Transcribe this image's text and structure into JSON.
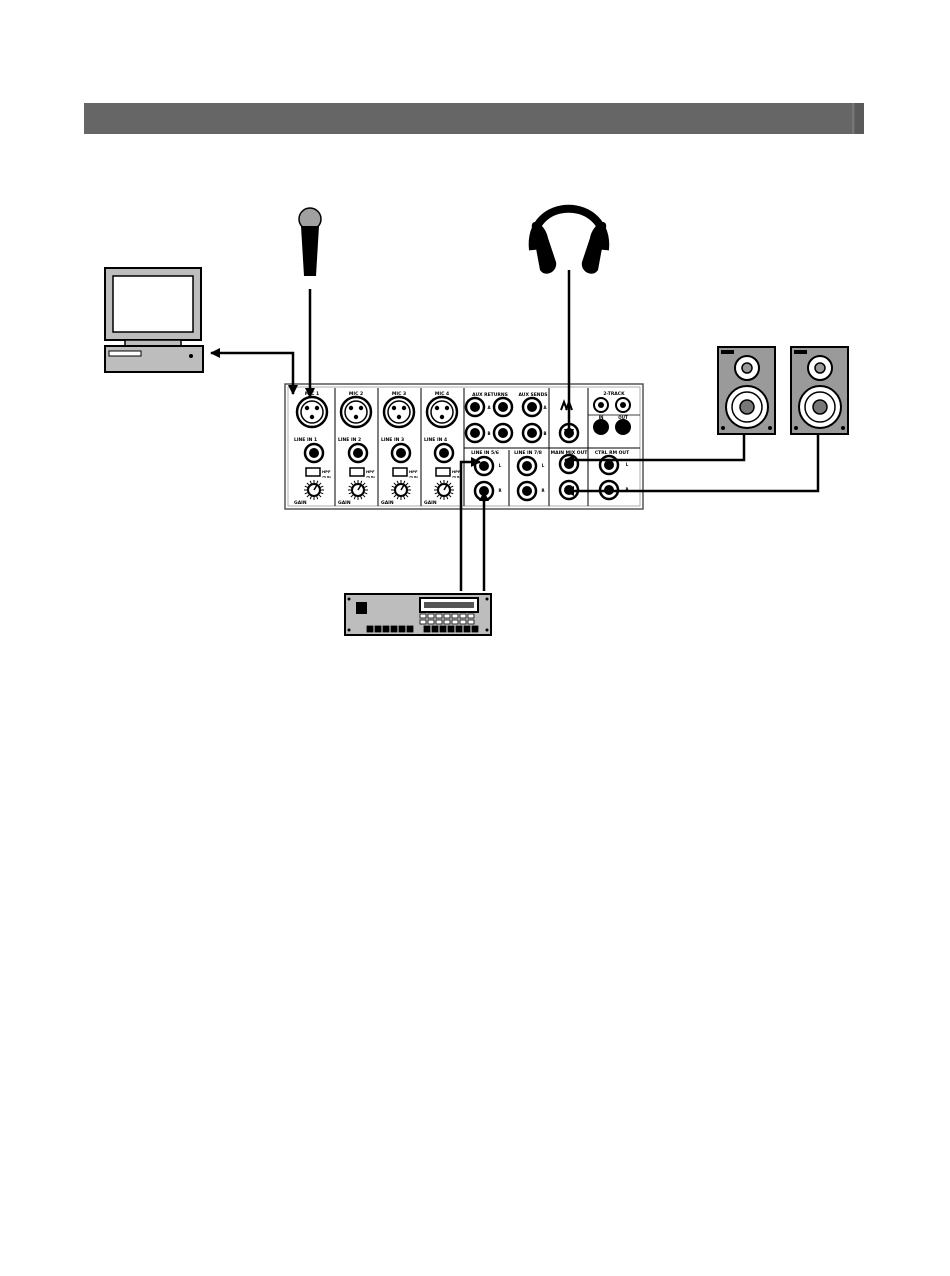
{
  "header_bar": {
    "color": "#666666",
    "text": ""
  },
  "mixer": {
    "channels": [
      {
        "mic_label": "MIC 1",
        "line_label": "LINE IN 1",
        "hpf_label": "HPF",
        "hpf_freq": "75 Hz",
        "gain_label": "GAIN"
      },
      {
        "mic_label": "MIC 2",
        "line_label": "LINE IN 2",
        "hpf_label": "HPF",
        "hpf_freq": "75 Hz",
        "gain_label": "GAIN"
      },
      {
        "mic_label": "MIC 3",
        "line_label": "LINE IN 3",
        "hpf_label": "HPF",
        "hpf_freq": "75 Hz",
        "gain_label": "GAIN"
      },
      {
        "mic_label": "MIC 4",
        "line_label": "LINE IN 4",
        "hpf_label": "HPF",
        "hpf_freq": "75 Hz",
        "gain_label": "GAIN"
      }
    ],
    "aux_returns_label": "AUX RETURNS",
    "aux_sends_label": "AUX SENDS",
    "tape_label": "2-TRACK",
    "tape_in_label": "IN",
    "tape_out_label": "OUT",
    "phones_label": "PHONES",
    "line_in_56_label": "LINE IN 5/6",
    "line_in_78_label": "LINE IN 7/8",
    "main_mix_out_label": "MAIN MIX OUT",
    "ctrl_rm_out_label": "CTRL RM OUT",
    "left_label": "L",
    "right_label": "R",
    "a_label": "A",
    "b_label": "B"
  },
  "devices": [
    "computer",
    "microphone",
    "headphones",
    "speaker-left",
    "speaker-right",
    "effects-processor"
  ]
}
